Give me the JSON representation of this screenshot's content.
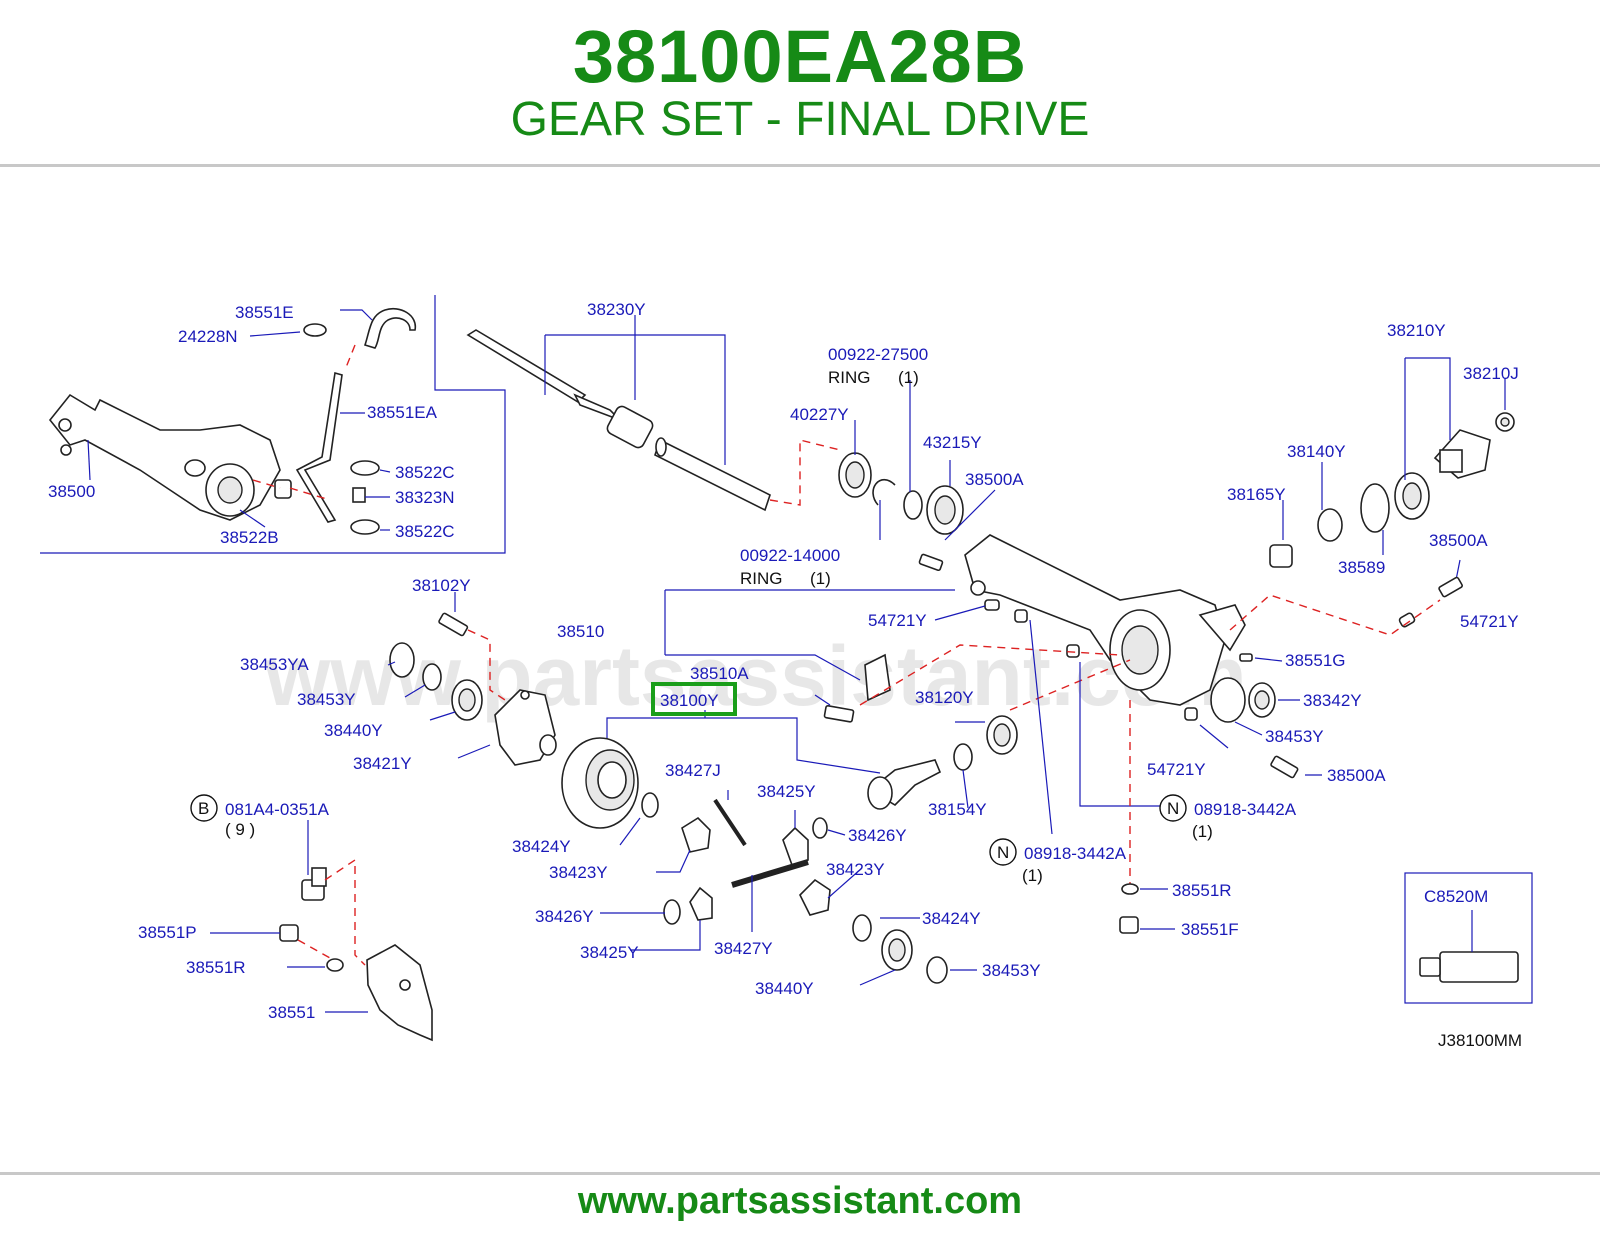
{
  "header": {
    "part_number": "38100EA28B",
    "part_name": "GEAR SET - FINAL DRIVE"
  },
  "footer": {
    "url": "www.partsassistant.com"
  },
  "watermark": "www.partsassistant.com",
  "diagram": {
    "code": "J38100MM",
    "highlighted_label": "38100Y",
    "highlight_color": "#1a9e1a",
    "labels": {
      "p38551E": "38551E",
      "p24228N": "24228N",
      "p38551EA": "38551EA",
      "p38522C_a": "38522C",
      "p38323N": "38323N",
      "p38522C_b": "38522C",
      "p38500": "38500",
      "p38522B": "38522B",
      "p38230Y": "38230Y",
      "p00922_27500": "00922-27500",
      "ring1": "RING",
      "ring1_qty": "(1)",
      "p40227Y": "40227Y",
      "p43215Y": "43215Y",
      "p38500A_a": "38500A",
      "p38210Y": "38210Y",
      "p38210J": "38210J",
      "p38140Y": "38140Y",
      "p38165Y": "38165Y",
      "p38589": "38589",
      "p38500A_b": "38500A",
      "p54721Y_a": "54721Y",
      "p00922_14000": "00922-14000",
      "ring2": "RING",
      "ring2_qty": "(1)",
      "p38510": "38510",
      "p54721Y_b": "54721Y",
      "p38102Y": "38102Y",
      "p38453YA": "38453YA",
      "p38453Y_a": "38453Y",
      "p38440Y_a": "38440Y",
      "p38421Y": "38421Y",
      "p38510A": "38510A",
      "p38100Y": "38100Y",
      "p38120Y": "38120Y",
      "p38551G": "38551G",
      "p38342Y": "38342Y",
      "p38453Y_b": "38453Y",
      "p54721Y_c": "54721Y",
      "p38500A_c": "38500A",
      "p38427J": "38427J",
      "p38425Y_a": "38425Y",
      "p38154Y": "38154Y",
      "n_circle": "N",
      "p08918_3442A_a": "08918-3442A",
      "qty_1a": "(1)",
      "b_circle": "B",
      "p081A4_0351A": "081A4-0351A",
      "qty_9": "( 9 )",
      "p38424Y_a": "38424Y",
      "p38426Y_a": "38426Y",
      "p38423Y_a": "38423Y",
      "n_circle_b": "N",
      "p08918_3442A_b": "08918-3442A",
      "qty_1b": "(1)",
      "p38423Y_b": "38423Y",
      "p38551R_a": "38551R",
      "p38426Y_b": "38426Y",
      "p38424Y_b": "38424Y",
      "p38551F": "38551F",
      "p38551P": "38551P",
      "p38425Y_b": "38425Y",
      "p38427Y": "38427Y",
      "p38551R_b": "38551R",
      "p38440Y_b": "38440Y",
      "p38453Y_c": "38453Y",
      "p38551": "38551",
      "pC8520M": "C8520M"
    }
  }
}
